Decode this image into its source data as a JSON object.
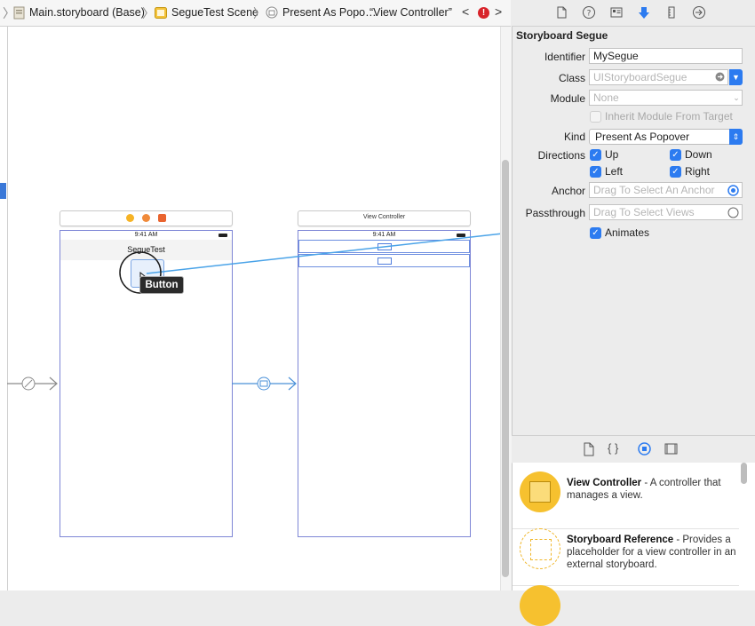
{
  "breadcrumb": {
    "items": [
      "Main.storyboard (Base)",
      "SegueTest Scene",
      "Present As Popo…",
      "“View Controller”"
    ],
    "error_badge": "!"
  },
  "canvas": {
    "scene1": {
      "title": "SegueTest",
      "status_time": "9:41 AM",
      "button_label": "Button"
    },
    "scene2": {
      "bar_title": "View Controller",
      "status_time": "9:41 AM"
    }
  },
  "inspector": {
    "section_title": "Storyboard Segue",
    "identifier": {
      "label": "Identifier",
      "value": "MySegue"
    },
    "class": {
      "label": "Class",
      "placeholder": "UIStoryboardSegue"
    },
    "module": {
      "label": "Module",
      "placeholder": "None"
    },
    "inherit_module": {
      "label": "Inherit Module From Target",
      "checked": false
    },
    "kind": {
      "label": "Kind",
      "value": "Present As Popover"
    },
    "directions": {
      "label": "Directions",
      "up": "Up",
      "down": "Down",
      "left": "Left",
      "right": "Right"
    },
    "anchor": {
      "label": "Anchor",
      "placeholder": "Drag To Select An Anchor"
    },
    "passthrough": {
      "label": "Passthrough",
      "placeholder": "Drag To Select Views"
    },
    "animates": {
      "label": "Animates",
      "checked": true
    }
  },
  "library": {
    "items": [
      {
        "title": "View Controller",
        "desc": " - A controller that manages a view."
      },
      {
        "title": "Storyboard Reference",
        "desc": " - Provides a placeholder for a view controller in an external storyboard."
      }
    ]
  },
  "colors": {
    "accent": "#2c7bf0",
    "scene_border": "#7e86d6",
    "drag_line": "#4aa3e8",
    "library_icon": "#f6c12f"
  }
}
